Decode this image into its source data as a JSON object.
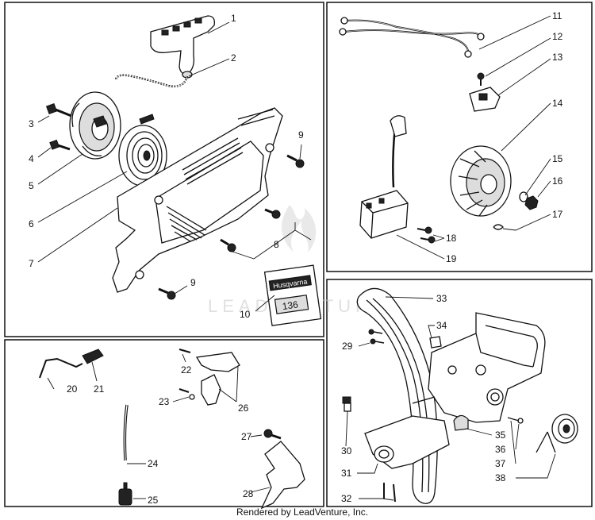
{
  "watermark": "LEADVENTURE",
  "footer": "Rendered by LeadVenture, Inc.",
  "brand_decal": "Husqvarna",
  "model_decal": "136",
  "panels": {
    "starter": {
      "callouts": [
        "1",
        "2",
        "3",
        "4",
        "5",
        "6",
        "7",
        "8",
        "9",
        "9",
        "10"
      ]
    },
    "ignition": {
      "callouts": [
        "11",
        "12",
        "13",
        "14",
        "15",
        "16",
        "17",
        "18",
        "19"
      ]
    },
    "fuel": {
      "callouts": [
        "20",
        "21",
        "22",
        "23",
        "24",
        "25",
        "26",
        "27",
        "28"
      ]
    },
    "handle": {
      "callouts": [
        "29",
        "30",
        "31",
        "32",
        "33",
        "34",
        "35",
        "36",
        "37",
        "38"
      ]
    }
  }
}
